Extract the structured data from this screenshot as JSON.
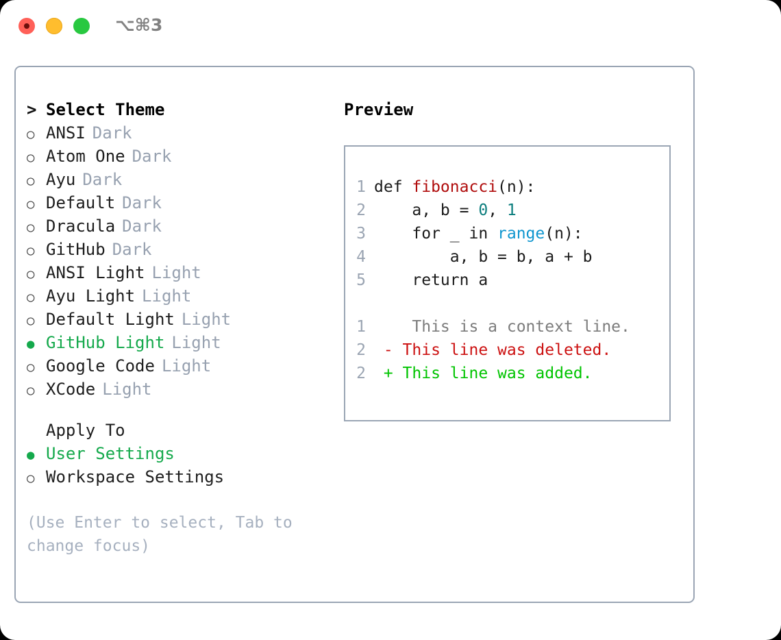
{
  "titlebar": {
    "shortcut": "⌥⌘3",
    "lights": [
      {
        "name": "close",
        "color": "#ff6058"
      },
      {
        "name": "minimize",
        "color": "#ffbd2e"
      },
      {
        "name": "maximize",
        "color": "#28c840"
      }
    ]
  },
  "theme_list": {
    "header": {
      "marker": ">",
      "label": "Select Theme"
    },
    "items": [
      {
        "marker": "○",
        "label": "ANSI",
        "tag": "Dark",
        "selected": false
      },
      {
        "marker": "○",
        "label": "Atom One",
        "tag": "Dark",
        "selected": false
      },
      {
        "marker": "○",
        "label": "Ayu",
        "tag": "Dark",
        "selected": false
      },
      {
        "marker": "○",
        "label": "Default",
        "tag": "Dark",
        "selected": false
      },
      {
        "marker": "○",
        "label": "Dracula",
        "tag": "Dark",
        "selected": false
      },
      {
        "marker": "○",
        "label": "GitHub",
        "tag": "Dark",
        "selected": false
      },
      {
        "marker": "○",
        "label": "ANSI Light",
        "tag": "Light",
        "selected": false
      },
      {
        "marker": "○",
        "label": "Ayu Light",
        "tag": "Light",
        "selected": false
      },
      {
        "marker": "○",
        "label": "Default Light",
        "tag": "Light",
        "selected": false
      },
      {
        "marker": "●",
        "label": "GitHub Light",
        "tag": "Light",
        "selected": true
      },
      {
        "marker": "○",
        "label": "Google Code",
        "tag": "Light",
        "selected": false
      },
      {
        "marker": "○",
        "label": "XCode",
        "tag": "Light",
        "selected": false
      }
    ]
  },
  "apply_to": {
    "header": "Apply To",
    "options": [
      {
        "marker": "●",
        "label": "User Settings",
        "selected": true
      },
      {
        "marker": "○",
        "label": "Workspace Settings",
        "selected": false
      }
    ]
  },
  "hint": "(Use Enter to select, Tab to change focus)",
  "preview": {
    "title": "Preview",
    "code_lines": [
      {
        "no": "1",
        "tokens": [
          {
            "t": "def ",
            "k": "def"
          },
          {
            "t": "fibonacci",
            "k": "fn"
          },
          {
            "t": "(n):",
            "k": "plain"
          }
        ]
      },
      {
        "no": "2",
        "tokens": [
          {
            "t": "    a, b = ",
            "k": "plain"
          },
          {
            "t": "0",
            "k": "num"
          },
          {
            "t": ", ",
            "k": "plain"
          },
          {
            "t": "1",
            "k": "num"
          }
        ]
      },
      {
        "no": "3",
        "tokens": [
          {
            "t": "    for _ in ",
            "k": "plain"
          },
          {
            "t": "range",
            "k": "builtin"
          },
          {
            "t": "(n):",
            "k": "plain"
          }
        ]
      },
      {
        "no": "4",
        "tokens": [
          {
            "t": "        a, b = b, a + b",
            "k": "plain"
          }
        ]
      },
      {
        "no": "5",
        "tokens": [
          {
            "t": "    return a",
            "k": "plain"
          }
        ]
      }
    ],
    "diff_lines": [
      {
        "no": "1",
        "sign": " ",
        "text": "  This is a context line.",
        "kind": "context"
      },
      {
        "no": "2",
        "sign": "-",
        "text": " This line was deleted.",
        "kind": "deleted"
      },
      {
        "no": "2",
        "sign": "+",
        "text": " This line was added.",
        "kind": "added"
      }
    ]
  },
  "colors": {
    "selected_green": "#15a94c",
    "tag_grey": "#97a1b0",
    "hint_grey": "#a6b0bf",
    "border": "#9aa5b4",
    "fn_red": "#b00c0c",
    "number_teal": "#0a7d7d",
    "builtin_blue": "#0f96cf",
    "diff_red": "#cc1111",
    "diff_green": "#00c400"
  }
}
